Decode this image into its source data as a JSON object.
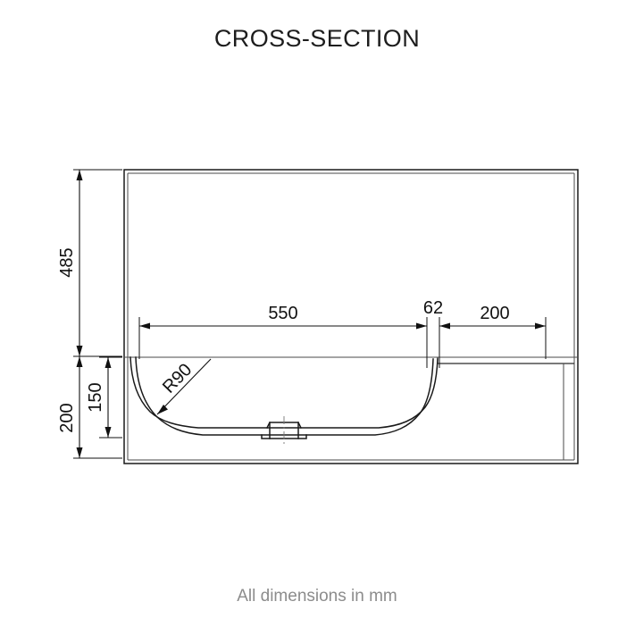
{
  "drawing": {
    "title": "CROSS-SECTION",
    "footnote": "All dimensions in mm",
    "unit": "mm",
    "colors": {
      "object_line": "#1a1a1a",
      "thin_line": "#4a4a4a",
      "dimension_line": "#111111",
      "center_line": "#777777",
      "title": "#1d1d1d",
      "footnote": "#8c8c8c",
      "background": "#ffffff"
    },
    "horizontal_dimensions": [
      {
        "name": "bowl-width",
        "label": "550",
        "value": 550
      },
      {
        "name": "rim-gap",
        "label": "62",
        "value": 62
      },
      {
        "name": "deck-width",
        "label": "200",
        "value": 200
      }
    ],
    "vertical_dimensions": [
      {
        "name": "height-above-deck",
        "label": "485",
        "value": 485
      },
      {
        "name": "overall-lower-height",
        "label": "200",
        "value": 200
      },
      {
        "name": "bowl-depth",
        "label": "150",
        "value": 150
      }
    ],
    "radii": [
      {
        "name": "corner-radius",
        "label": "R90",
        "value": 90
      }
    ]
  }
}
